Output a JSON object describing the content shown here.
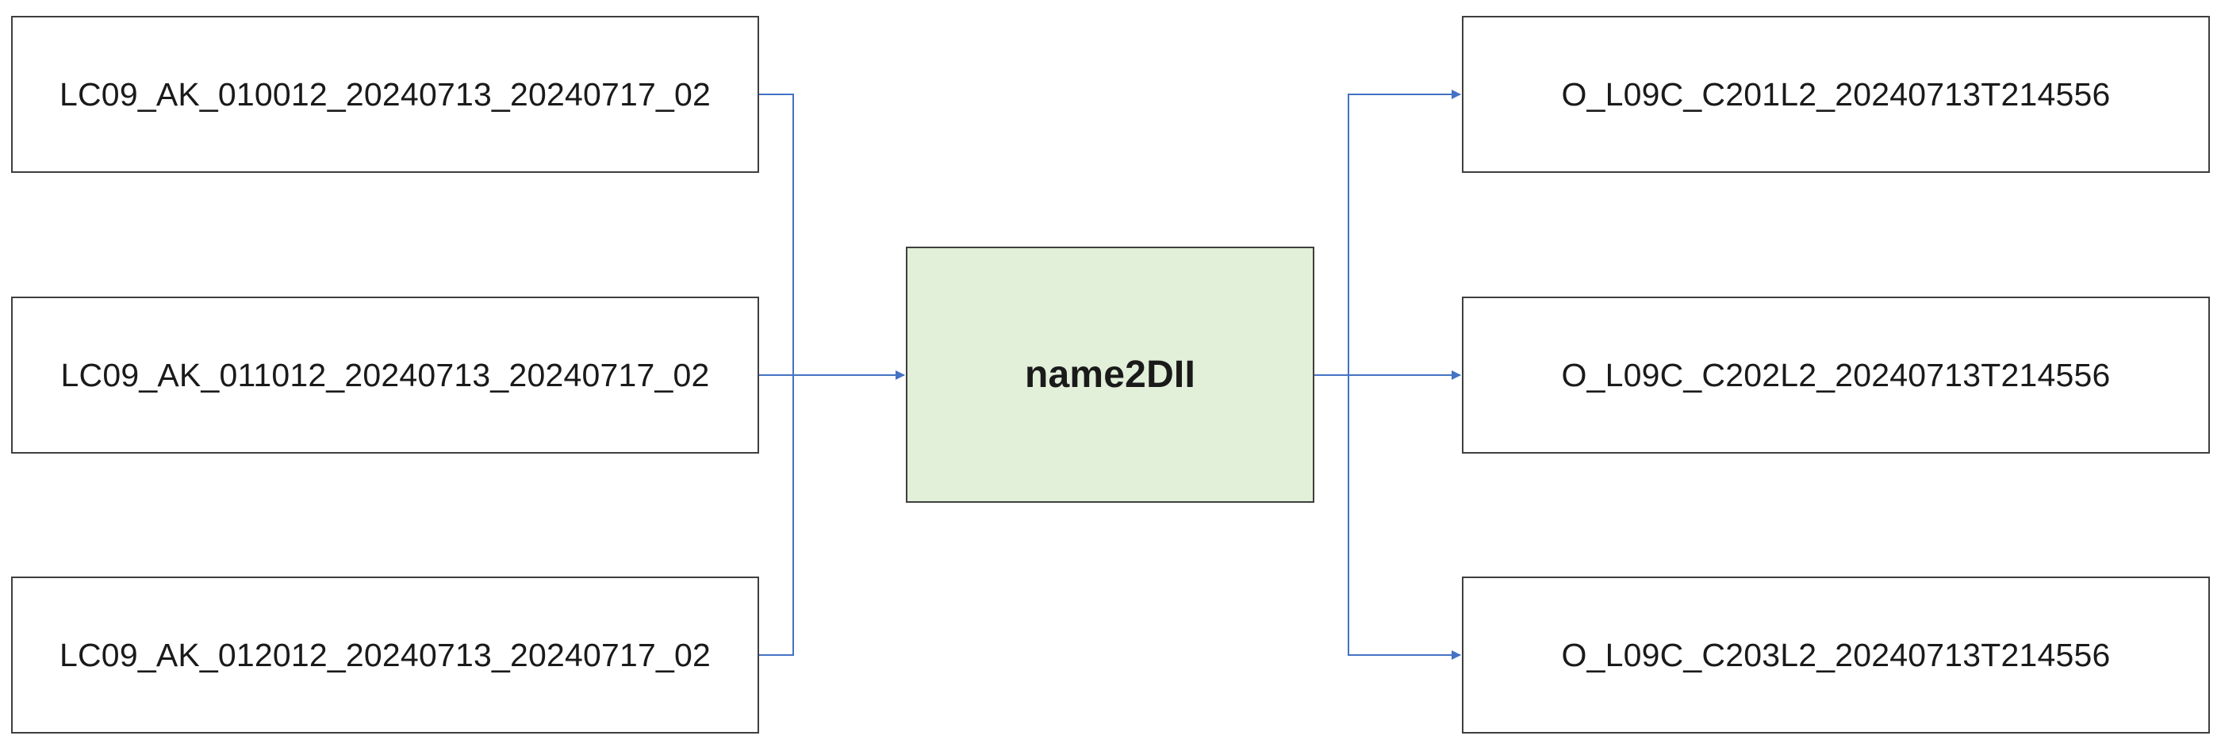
{
  "diagram": {
    "inputs": [
      {
        "label": "LC09_AK_010012_20240713_20240717_02"
      },
      {
        "label": "LC09_AK_011012_20240713_20240717_02"
      },
      {
        "label": "LC09_AK_012012_20240713_20240717_02"
      }
    ],
    "process": {
      "label": "name2DII",
      "fill_color": "#e2efd9"
    },
    "outputs": [
      {
        "label": "O_L09C_C201L2_20240713T214556"
      },
      {
        "label": "O_L09C_C202L2_20240713T214556"
      },
      {
        "label": "O_L09C_C203L2_20240713T214556"
      }
    ],
    "connector_color": "#4472c4",
    "border_color": "#3f3f3f"
  }
}
